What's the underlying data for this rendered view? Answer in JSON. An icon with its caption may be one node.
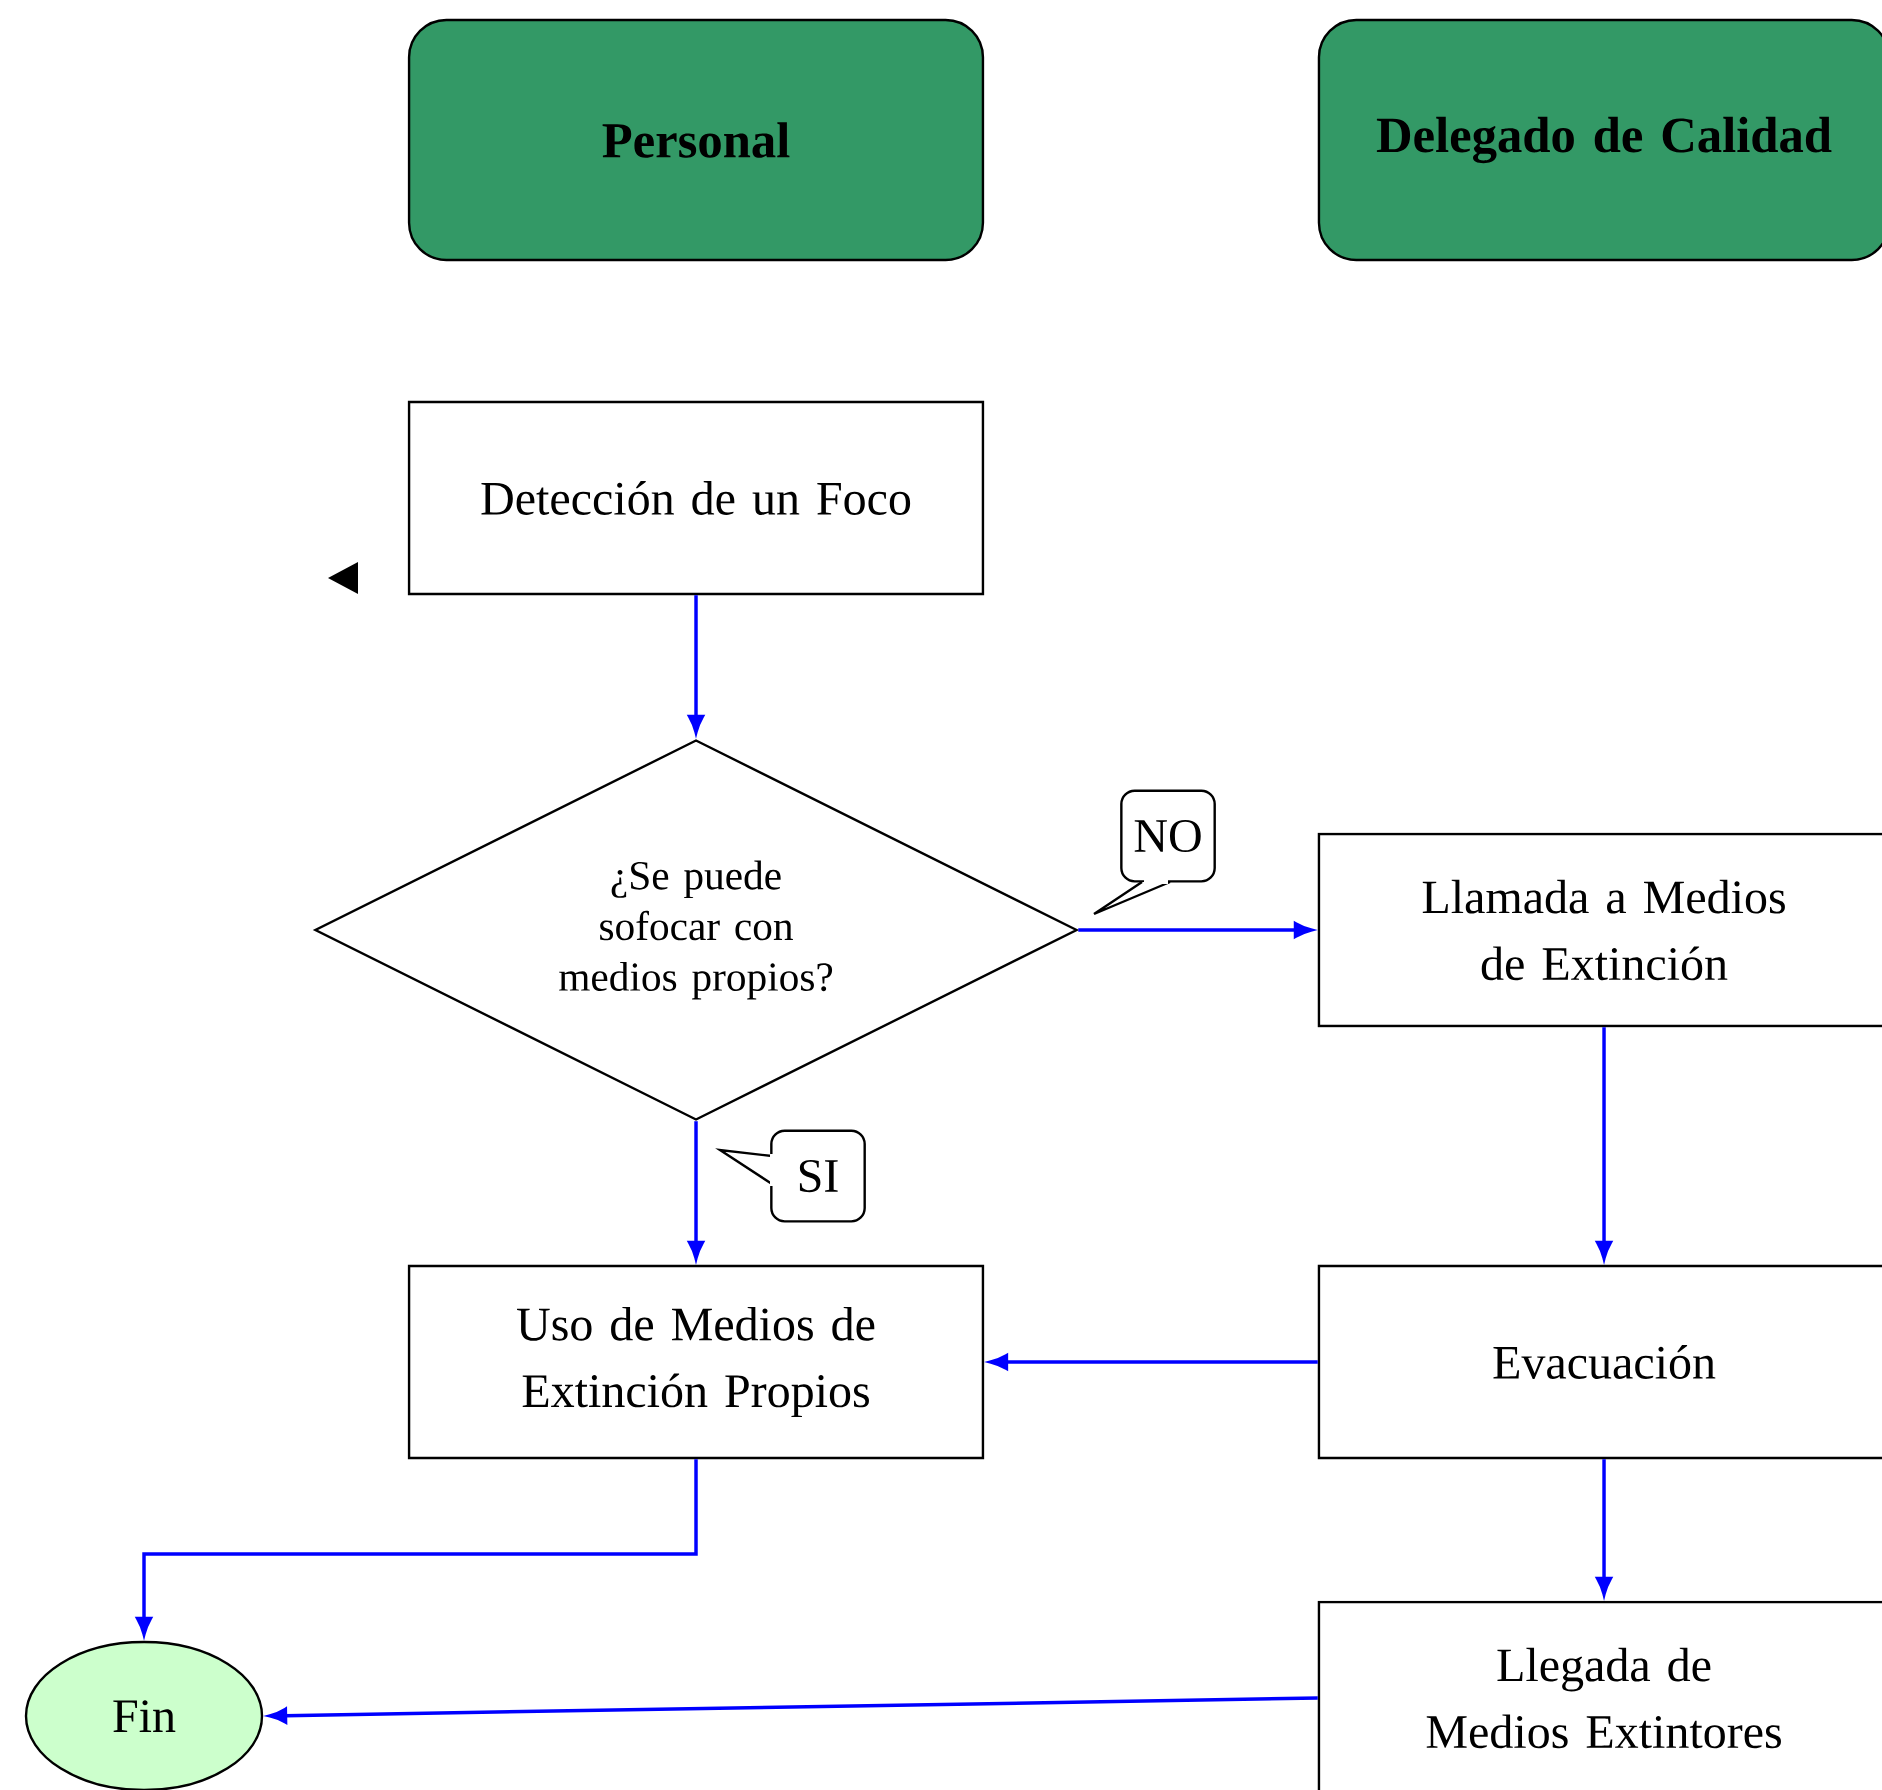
{
  "diagram": {
    "nodes": [
      {
        "text": [
          "**Personal**"
        ]
      },
      {
        "text": [
          "**Delegado de Calidad**"
        ]
      },
      {
        "text": [
          "Detección de un Foco"
        ]
      },
      {
        "text": [
          "¿Se puede sofocar con medios propios?"
        ]
      },
      {
        "text": [
          "Llamada a Medios de Extinción"
        ]
      },
      {
        "text": [
          "Uso de Medios de Extinción Propios"
        ]
      },
      {
        "text": [
          "Evacuación"
        ]
      },
      {
        "text": [
          "Llegada de Medios Extintores"
        ]
      },
      {
        "text": [
          "Fin"
        ]
      }
    ],
    "edges": [
      {
        "from": 2,
        "to": 3,
        "arrow": "to"
      },
      {
        "from": 3,
        "to": 4,
        "arrow": "to",
        "label": "NO"
      },
      {
        "from": 3,
        "to": 5,
        "arrow": "to",
        "label": "SI"
      },
      {
        "from": 4,
        "to": 6,
        "arrow": "to"
      },
      {
        "from": 6,
        "to": 5,
        "arrow": "to"
      },
      {
        "from": 6,
        "to": 7,
        "arrow": "to"
      },
      {
        "from": 5,
        "to": 8,
        "arrow": "to"
      },
      {
        "from": 7,
        "to": 8,
        "arrow": "to"
      }
    ]
  }
}
